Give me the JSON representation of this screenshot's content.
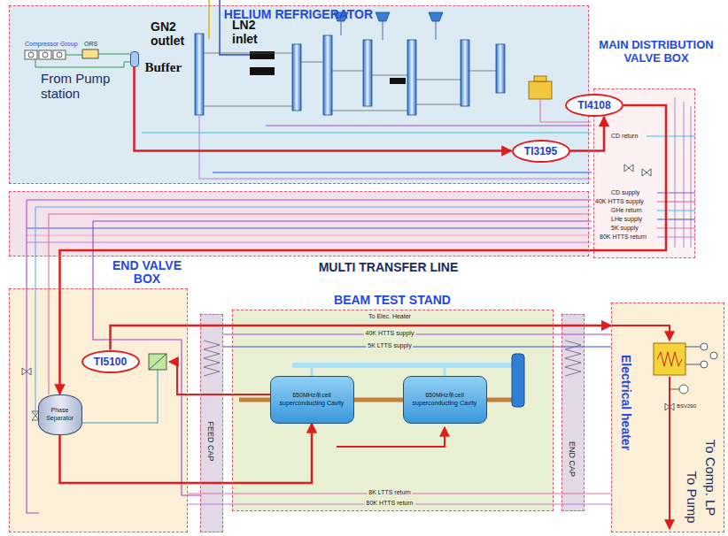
{
  "diagram": {
    "nodes": [
      {
        "text": [
          "HELIUM REFRIGERATOR"
        ]
      },
      {
        "text": [
          "Buffer"
        ],
        "in": 0
      },
      {
        "text": [
          "TI3195"
        ],
        "in": 0
      },
      {
        "text": [
          "MAIN DISTRIBUTION VALVE BOX"
        ]
      },
      {
        "text": [
          "TI4108"
        ]
      },
      {
        "text": [
          "MULTI TRANSFER LINE"
        ]
      },
      {
        "text": [
          "END VALVE BOX"
        ]
      },
      {
        "text": [
          "TI5100"
        ],
        "in": 6
      },
      {
        "text": [
          "Phase Separator"
        ],
        "in": 6
      },
      {
        "text": [
          "FEED CAP"
        ]
      },
      {
        "text": [
          "BEAM TEST STAND"
        ]
      },
      {
        "text": [
          "650MHz单cell superconducting Cavity"
        ],
        "in": 10
      },
      {
        "text": [
          "650MHz单cell superconducting Cavity"
        ],
        "in": 10
      },
      {
        "text": [
          "END CAP"
        ]
      },
      {
        "text": [
          "Electrical heater"
        ]
      }
    ],
    "edges": [
      {
        "from": 1,
        "to": 2,
        "arrow": "to"
      },
      {
        "from": 2,
        "to": 4,
        "arrow": "to"
      },
      {
        "from": 4,
        "to": 8,
        "arrow": "to"
      },
      {
        "from": 8,
        "to": 11,
        "arrow": "to"
      },
      {
        "from": 7,
        "to": 14,
        "arrow": "to"
      }
    ],
    "labels": [
      "Compressor Group",
      "ORS",
      "From Pump station",
      "GN2 outlet",
      "LN2 inlet",
      "CD return",
      "CD supply",
      "40K HTTS supply",
      "GHe return",
      "LHe supply",
      "5K supply",
      "80K HTTS return",
      "To Elec. Heater",
      "40K HTTS supply",
      "5K LTTS supply",
      "8K LTTS return",
      "80K HTTS return",
      "BSV290",
      "To Comp. LP",
      "To Pump"
    ]
  }
}
